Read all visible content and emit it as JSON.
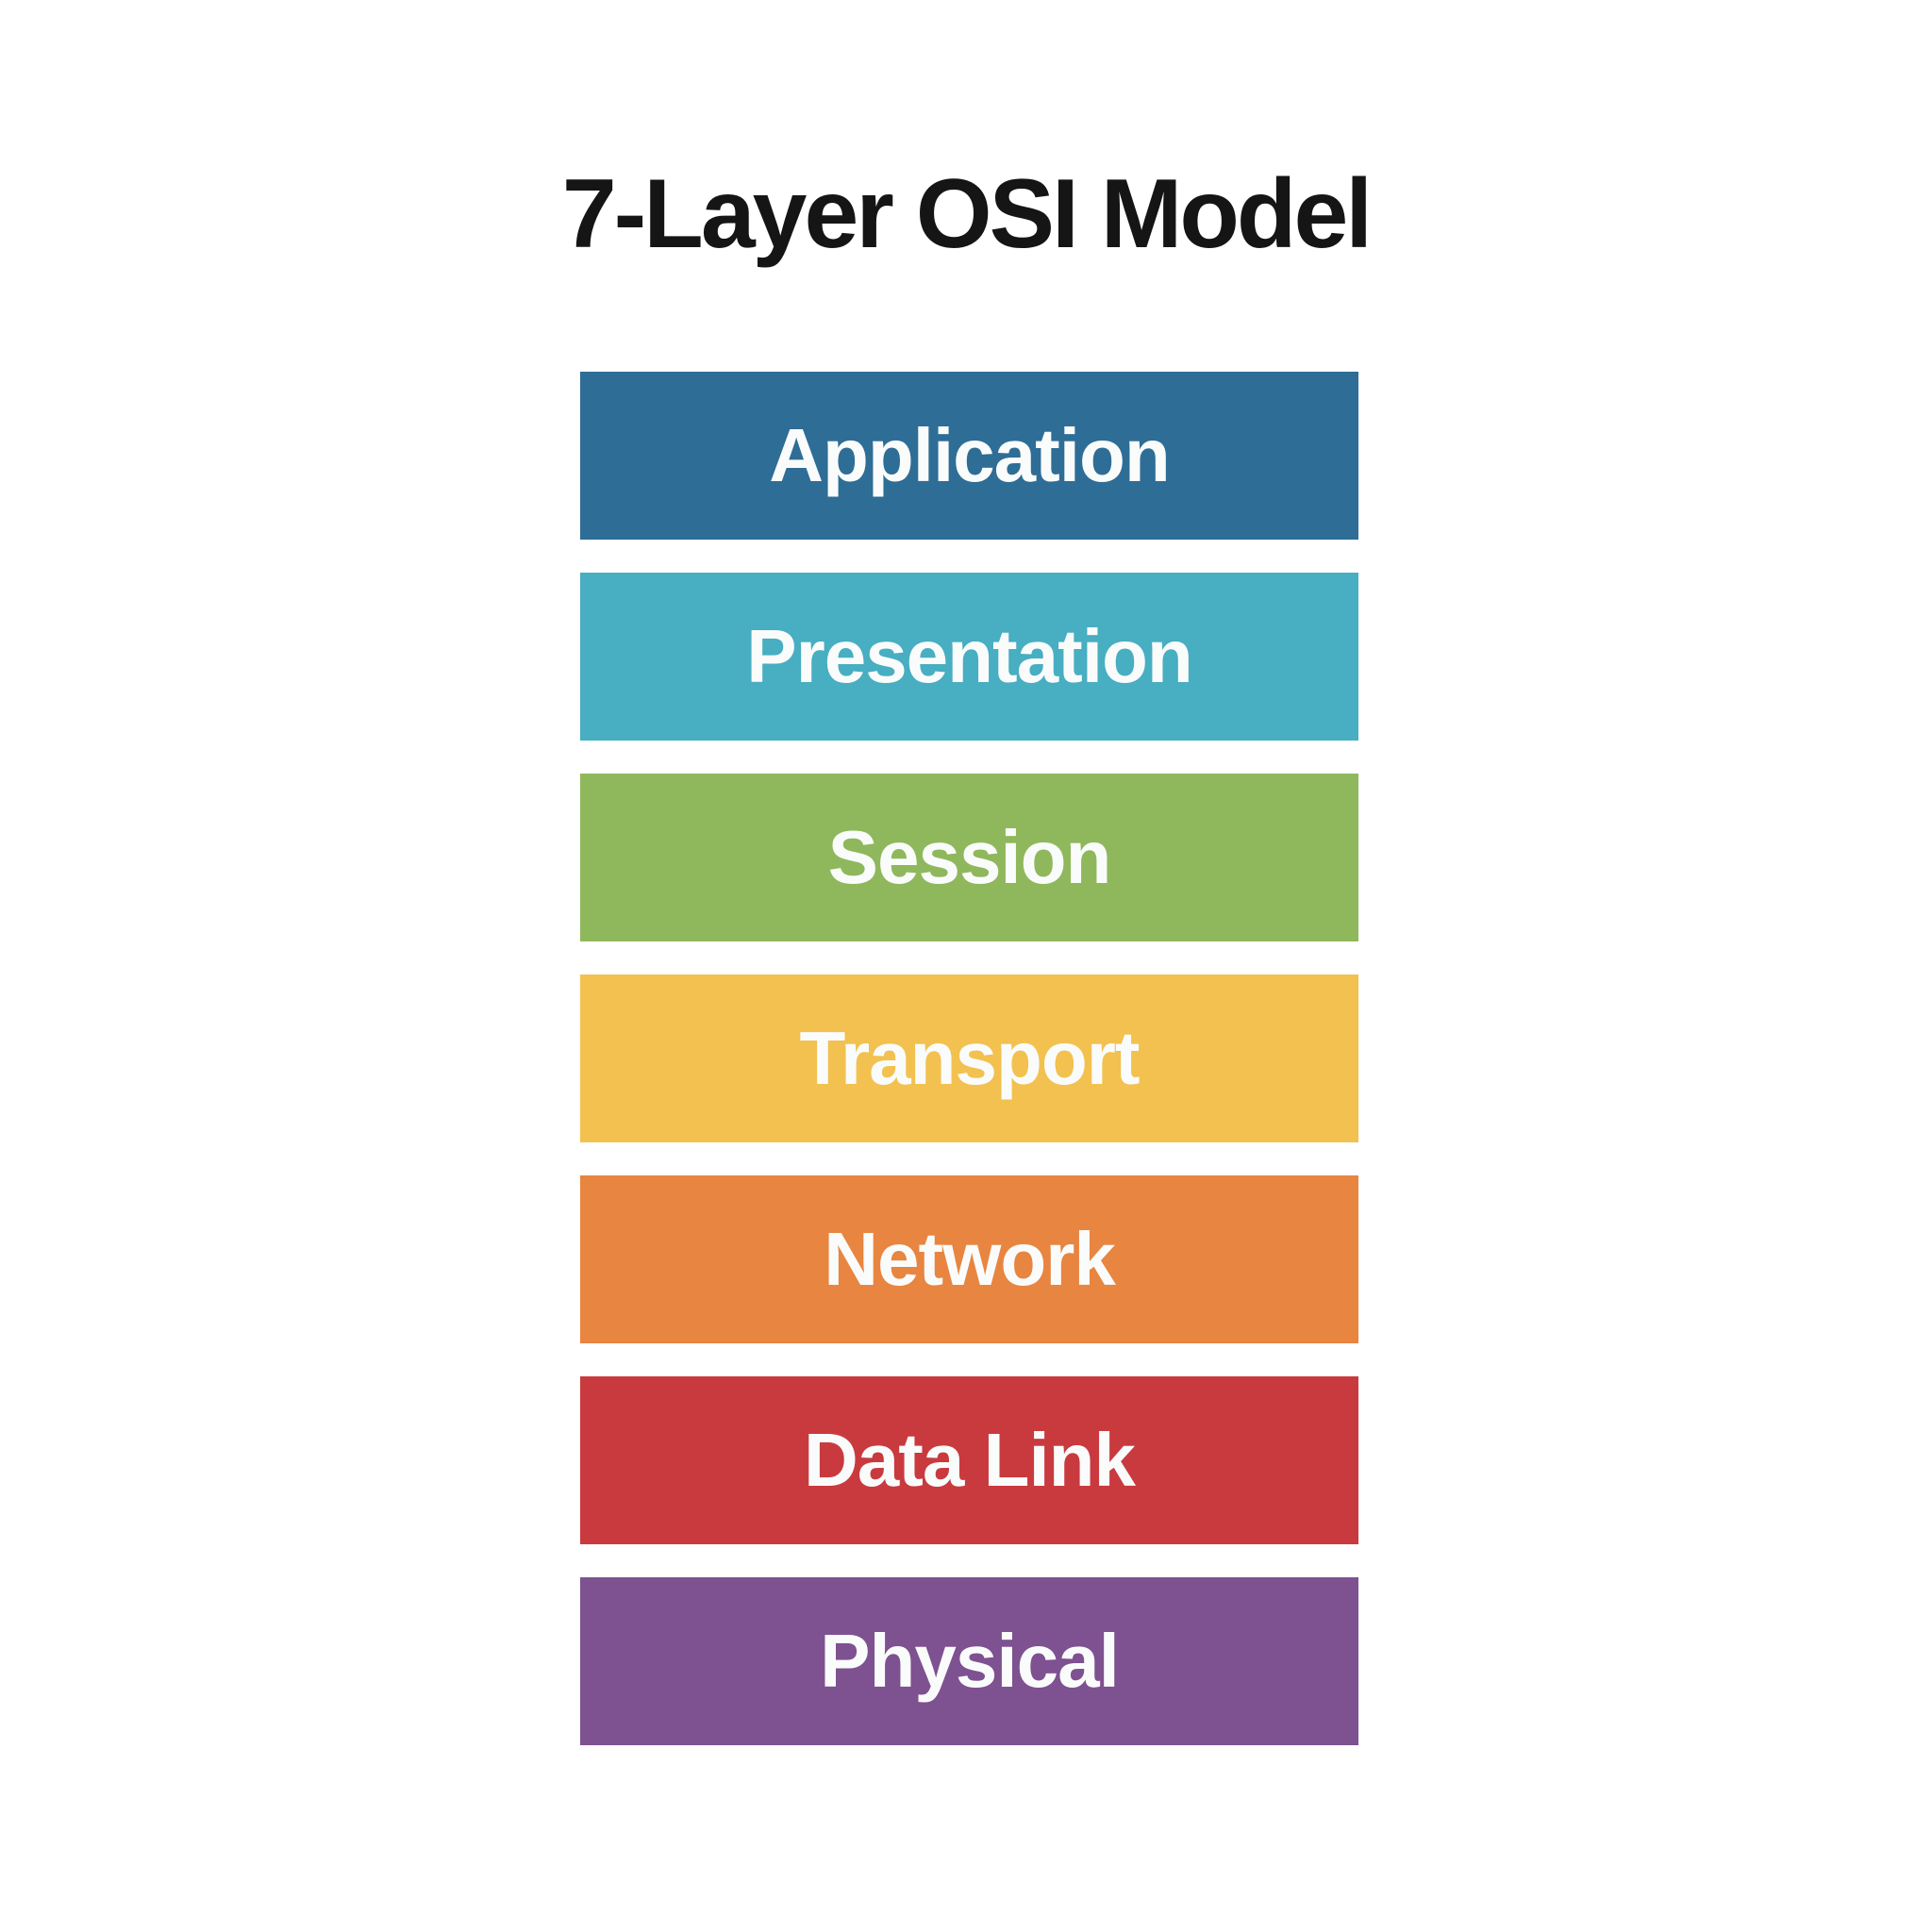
{
  "title": "7-Layer OSI Model",
  "colors": {
    "background": "#ffffff",
    "title_text": "#151515",
    "layer_label_text": "#fafcfc"
  },
  "chart_data": {
    "type": "table",
    "title": "7-Layer OSI Model",
    "categories": [
      "Application",
      "Presentation",
      "Session",
      "Transport",
      "Network",
      "Data Link",
      "Physical"
    ]
  },
  "layers": [
    {
      "label": "Application",
      "color": "#2e6d96"
    },
    {
      "label": "Presentation",
      "color": "#48aec1"
    },
    {
      "label": "Session",
      "color": "#8fb85c"
    },
    {
      "label": "Transport",
      "color": "#f2c14f"
    },
    {
      "label": "Network",
      "color": "#e88540"
    },
    {
      "label": "Data Link",
      "color": "#c93a3e"
    },
    {
      "label": "Physical",
      "color": "#7e5190"
    }
  ]
}
